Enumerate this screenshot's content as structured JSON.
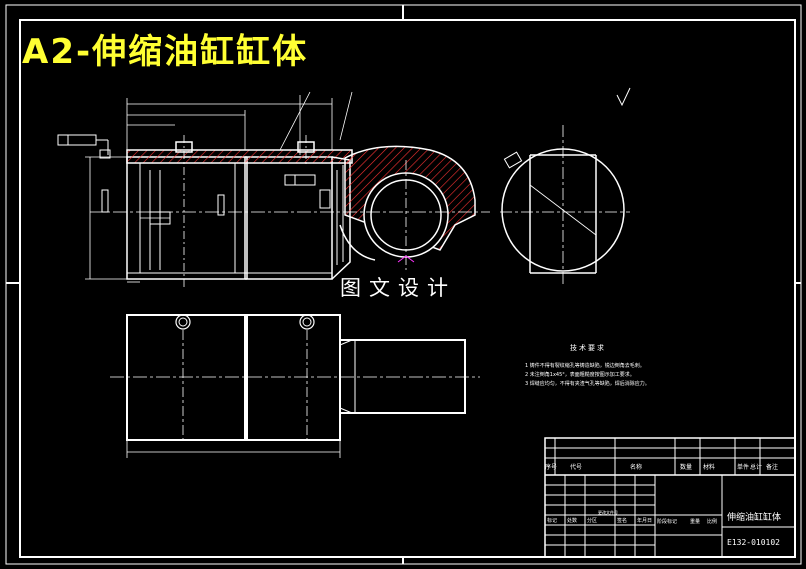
{
  "title_banner": "A2-伸缩油缸缸体",
  "watermark": "图文设计",
  "tech_requirements": {
    "heading": "技术要求",
    "notes": [
      "1  铸件不得有裂纹缩孔等铸造缺陷，锐边倒角去毛刺。",
      "2  未注倒角1x45°，表面粗糙度按图示加工要求。",
      "3  焊缝应均匀，不得有夹渣气孔等缺陷，焊后消除应力。"
    ]
  },
  "title_block": {
    "part_name": "伸缩油缸缸体",
    "drawing_number": "E132-010102",
    "col_labels": [
      "序号",
      "代号",
      "名称",
      "数量",
      "材料",
      "单件",
      "总计",
      "备注"
    ],
    "sign_labels": [
      "标记",
      "处数",
      "分区",
      "更改文件号",
      "签名",
      "年月日"
    ],
    "stage_labels": [
      "阶段标记",
      "重量",
      "比例"
    ]
  },
  "colors": {
    "background": "#000000",
    "lines": "#ffffff",
    "hatch": "#ff3333",
    "banner": "#ffff33",
    "centerline": "#ffffff",
    "marker": "#ff33ff"
  }
}
